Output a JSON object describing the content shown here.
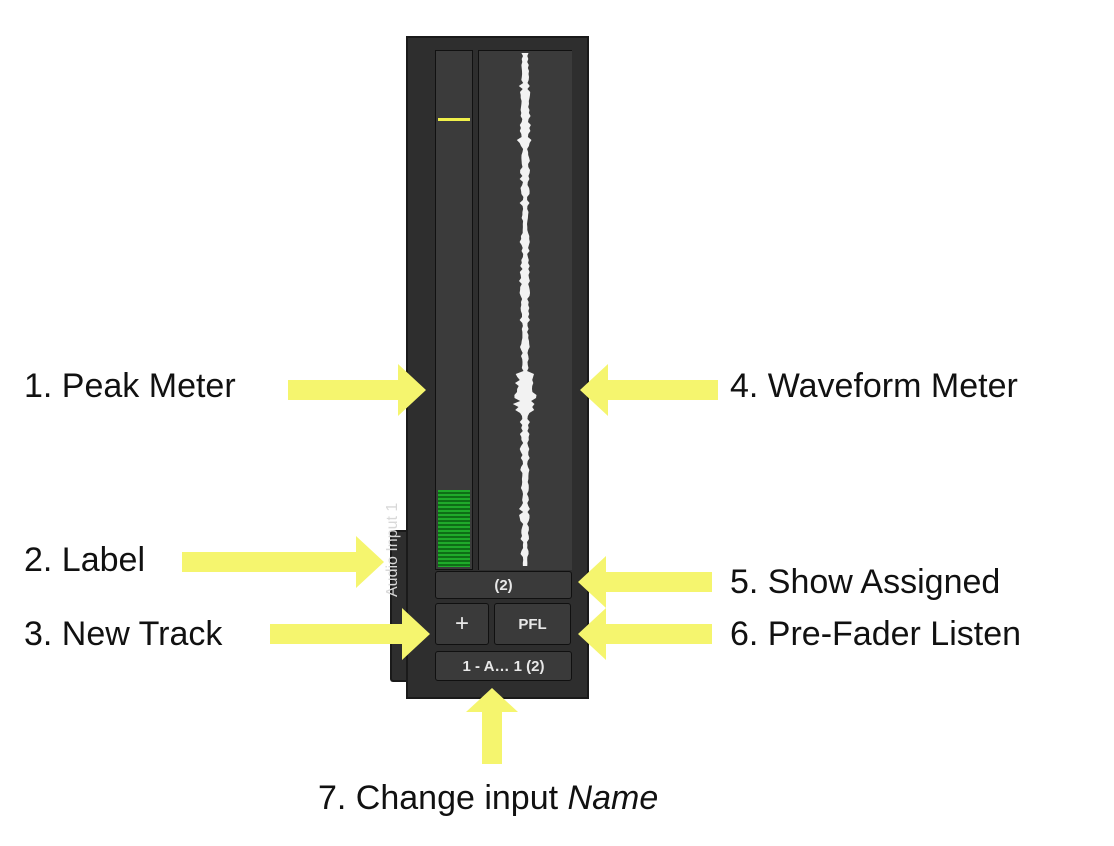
{
  "strip": {
    "label": "Audio Input 1",
    "assigned_label": "(2)",
    "new_track_label": "+",
    "pfl_label": "PFL",
    "input_name_label": "1 - A… 1 (2)",
    "peak_level": 0.15,
    "peak_hold": 0.87
  },
  "annotations": {
    "peak_meter": "1. Peak Meter",
    "label": "2. Label",
    "new_track": "3. New Track",
    "waveform_meter": "4. Waveform Meter",
    "show_assigned": "5. Show Assigned",
    "pre_fader_listen": "6. Pre-Fader Listen",
    "change_input_prefix": "7. Change input ",
    "change_input_name": "Name"
  },
  "colors": {
    "arrow": "#f5f56e",
    "peak_green": "#1faa2a",
    "peak_hold": "#f0f04a",
    "panel": "#2e2e2e"
  }
}
